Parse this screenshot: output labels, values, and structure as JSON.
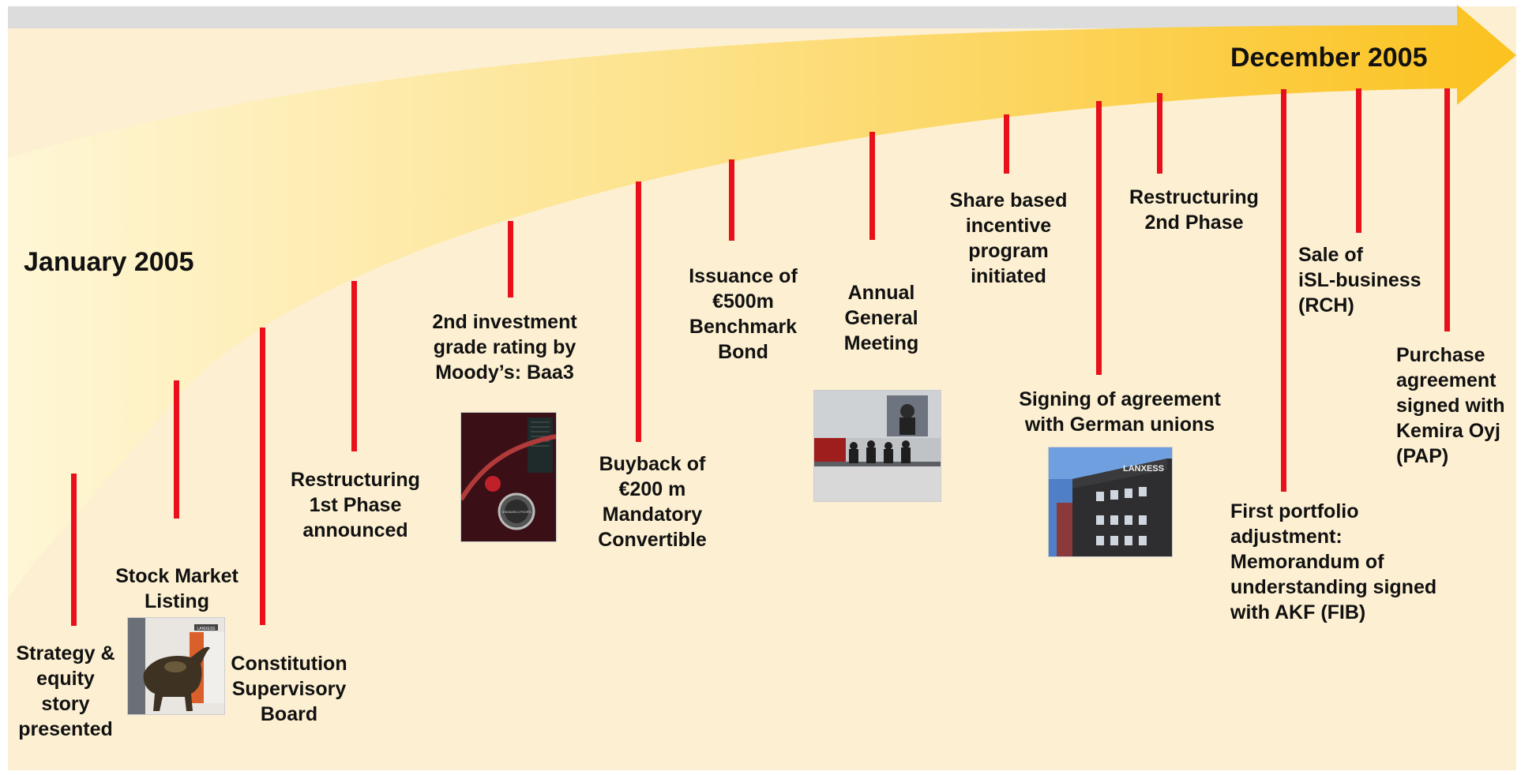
{
  "timeline": {
    "start_label": "January 2005",
    "end_label": "December 2005"
  },
  "events": [
    {
      "id": "strategy",
      "lines": [
        "Strategy &",
        "equity",
        "story",
        "presented"
      ]
    },
    {
      "id": "stock-listing",
      "lines": [
        "Stock Market",
        "Listing"
      ]
    },
    {
      "id": "constitution",
      "lines": [
        "Constitution",
        "Supervisory",
        "Board"
      ]
    },
    {
      "id": "restructuring-1",
      "lines": [
        "Restructuring",
        "1st Phase",
        "announced"
      ]
    },
    {
      "id": "moodys",
      "lines": [
        "2nd investment",
        "grade rating by",
        "Moody’s: Baa3"
      ]
    },
    {
      "id": "buyback",
      "lines": [
        "Buyback of",
        "€200 m",
        "Mandatory",
        "Convertible"
      ]
    },
    {
      "id": "bond",
      "lines": [
        "Issuance of",
        "€500m",
        "Benchmark",
        "Bond"
      ]
    },
    {
      "id": "agm",
      "lines": [
        "Annual",
        "General",
        "Meeting"
      ]
    },
    {
      "id": "incentive",
      "lines": [
        "Share based",
        "incentive",
        "program",
        "initiated"
      ]
    },
    {
      "id": "unions",
      "lines": [
        "Signing of agreement",
        "with German unions"
      ]
    },
    {
      "id": "restructuring-2",
      "lines": [
        "Restructuring",
        "2nd Phase"
      ]
    },
    {
      "id": "portfolio",
      "lines": [
        "First portfolio",
        "adjustment:",
        "Memorandum of",
        "understanding signed",
        "with AKF (FIB)"
      ]
    },
    {
      "id": "isl-sale",
      "lines": [
        "Sale of",
        "iSL-business",
        "(RCH)"
      ]
    },
    {
      "id": "kemira",
      "lines": [
        "Purchase",
        "agreement",
        "signed with",
        "Kemira Oyj",
        "(PAP)"
      ]
    }
  ],
  "photos": {
    "bull": "LANXESS",
    "rating": "STANDARD & POOR'S",
    "building": "LANXESS"
  },
  "colors": {
    "background": "#fdf0d2",
    "arrow_light": "#fdf3c8",
    "arrow_dark": "#fbc52a",
    "tick": "#e8101a",
    "top_bar": "#dcdcdc"
  }
}
